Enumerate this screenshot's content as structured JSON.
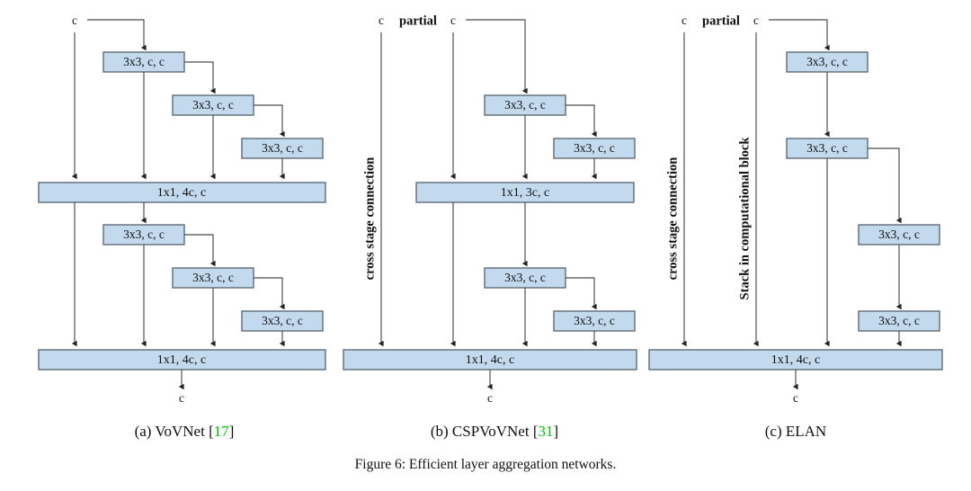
{
  "figure": {
    "caption": "Figure 6: Efficient layer aggregation networks.",
    "caption_label": "Figure 6:",
    "caption_text": "Efficient layer aggregation networks.",
    "cite_color": "#00c000",
    "box_fill_color": "#c3daee",
    "box_stroke_color": "#5d6b77",
    "edge_color": "#4a4a4a",
    "background_color": "#ffffff"
  },
  "panels": [
    {
      "id": "a",
      "caption_prefix": "(a) VoVNet ",
      "caption_name": "VoVNet",
      "caption_citation": "17",
      "caption_open_bracket": "[",
      "caption_close_bracket": "]",
      "input_labels": [
        "c"
      ],
      "output_label": "c",
      "vertical_annotations": [],
      "conv_blocks": [
        "3x3, c, c",
        "3x3, c, c",
        "3x3, c, c",
        "3x3, c, c",
        "3x3, c, c",
        "3x3, c, c"
      ],
      "agg_blocks": [
        "1x1, 4c, c",
        "1x1, 4c, c"
      ]
    },
    {
      "id": "b",
      "caption_prefix": "(b) CSPVoVNet ",
      "caption_name": "CSPVoVNet",
      "caption_citation": "31",
      "caption_open_bracket": "[",
      "caption_close_bracket": "]",
      "input_labels": [
        "c",
        "partial",
        "c"
      ],
      "output_label": "c",
      "vertical_annotations": [
        "cross stage connection"
      ],
      "conv_blocks": [
        "3x3, c, c",
        "3x3, c, c",
        "3x3, c, c",
        "3x3, c, c"
      ],
      "agg_blocks": [
        "1x1, 3c, c",
        "1x1, 4c, c"
      ]
    },
    {
      "id": "c",
      "caption_prefix": "(c) ELAN",
      "caption_name": "ELAN",
      "caption_citation": "",
      "caption_open_bracket": "",
      "caption_close_bracket": "",
      "input_labels": [
        "c",
        "partial",
        "c"
      ],
      "output_label": "c",
      "vertical_annotations": [
        "cross stage connection",
        "Stack in computational block"
      ],
      "conv_blocks": [
        "3x3, c, c",
        "3x3, c, c",
        "3x3, c, c",
        "3x3, c, c"
      ],
      "agg_blocks": [
        "1x1, 4c, c"
      ]
    }
  ],
  "labels": {
    "conv_3x3": "3x3, c, c",
    "agg_1x1_4c": "1x1, 4c, c",
    "agg_1x1_3c": "1x1, 3c, c",
    "c": "c",
    "partial": "partial",
    "cross_stage": "cross stage connection",
    "stack_block": "Stack in computational block",
    "caption_a": "(a) VoVNet",
    "caption_b": "(b) CSPVoVNet",
    "caption_c": "(c) ELAN",
    "cite_a": "17",
    "cite_b": "31"
  }
}
